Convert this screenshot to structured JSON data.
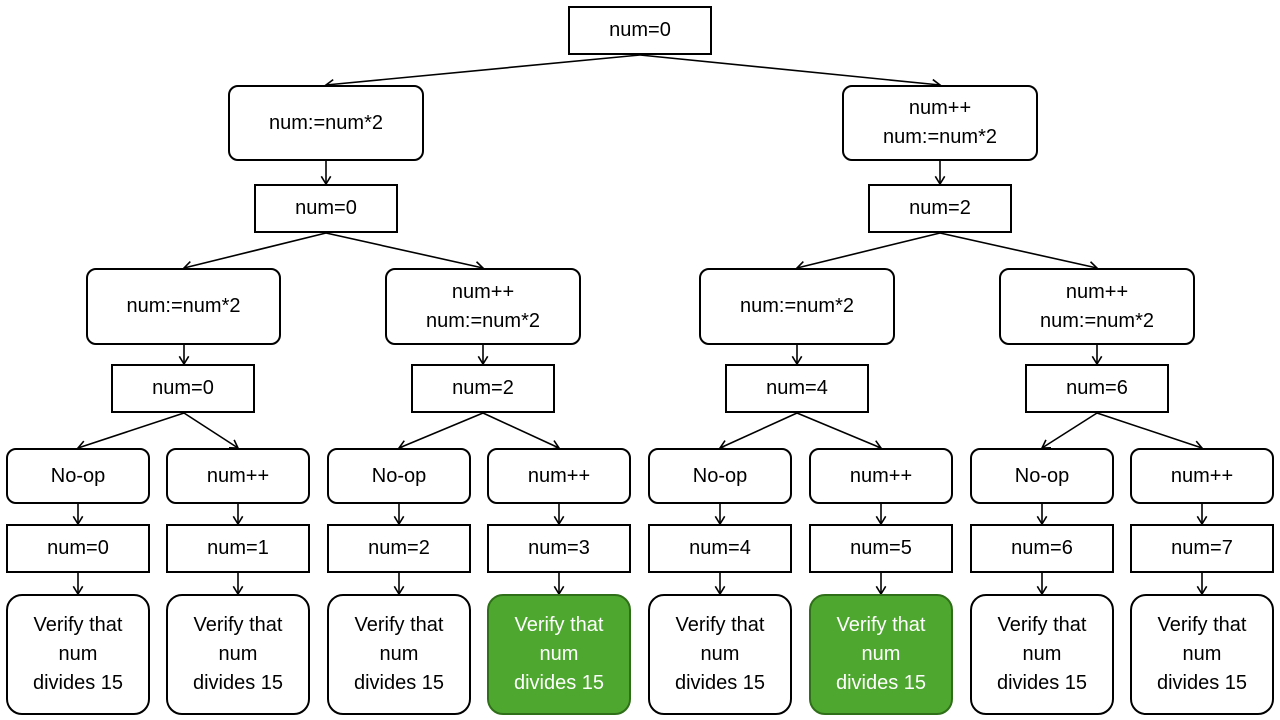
{
  "root": {
    "state": "num=0"
  },
  "level1": [
    {
      "op": "num:=num*2",
      "state": "num=0"
    },
    {
      "op": "num++\nnum:=num*2",
      "state": "num=2"
    }
  ],
  "level2": [
    {
      "op": "num:=num*2",
      "state": "num=0"
    },
    {
      "op": "num++\nnum:=num*2",
      "state": "num=2"
    },
    {
      "op": "num:=num*2",
      "state": "num=4"
    },
    {
      "op": "num++\nnum:=num*2",
      "state": "num=6"
    }
  ],
  "level3": [
    {
      "op": "No-op",
      "state": "num=0",
      "verify": "Verify that\nnum\ndivides 15",
      "highlight": false
    },
    {
      "op": "num++",
      "state": "num=1",
      "verify": "Verify that\nnum\ndivides 15",
      "highlight": false
    },
    {
      "op": "No-op",
      "state": "num=2",
      "verify": "Verify that\nnum\ndivides 15",
      "highlight": false
    },
    {
      "op": "num++",
      "state": "num=3",
      "verify": "Verify that\nnum\ndivides 15",
      "highlight": true
    },
    {
      "op": "No-op",
      "state": "num=4",
      "verify": "Verify that\nnum\ndivides 15",
      "highlight": false
    },
    {
      "op": "num++",
      "state": "num=5",
      "verify": "Verify that\nnum\ndivides 15",
      "highlight": true
    },
    {
      "op": "No-op",
      "state": "num=6",
      "verify": "Verify that\nnum\ndivides 15",
      "highlight": false
    },
    {
      "op": "num++",
      "state": "num=7",
      "verify": "Verify that\nnum\ndivides 15",
      "highlight": false
    }
  ],
  "colors": {
    "line": "#000000",
    "highlight_fill": "#4ea72e",
    "highlight_text": "#ffffff"
  }
}
